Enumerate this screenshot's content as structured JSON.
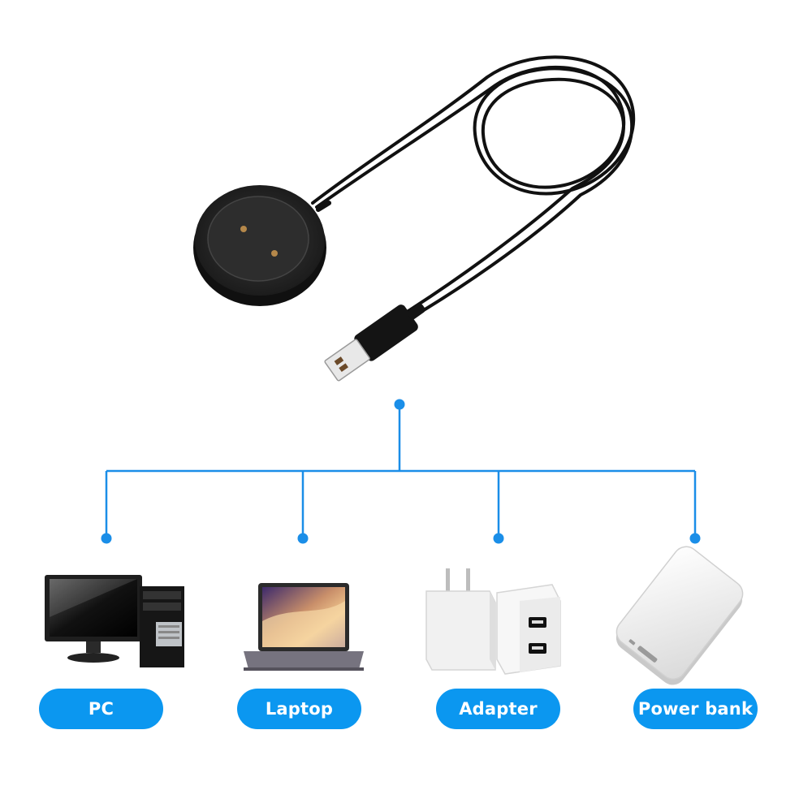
{
  "colors": {
    "accent": "#0b97f0",
    "connector": "#1a8ee8",
    "charger": "#1a1a1a",
    "background": "#ffffff"
  },
  "product": {
    "icon": "magnetic-watch-charger-with-usb-cable-icon"
  },
  "devices": [
    {
      "key": "pc",
      "label": "PC",
      "icon": "desktop-pc-icon"
    },
    {
      "key": "laptop",
      "label": "Laptop",
      "icon": "laptop-icon"
    },
    {
      "key": "adapter",
      "label": "Adapter",
      "icon": "usb-wall-adapter-icon"
    },
    {
      "key": "power-bank",
      "label": "Power bank",
      "icon": "power-bank-icon"
    }
  ]
}
